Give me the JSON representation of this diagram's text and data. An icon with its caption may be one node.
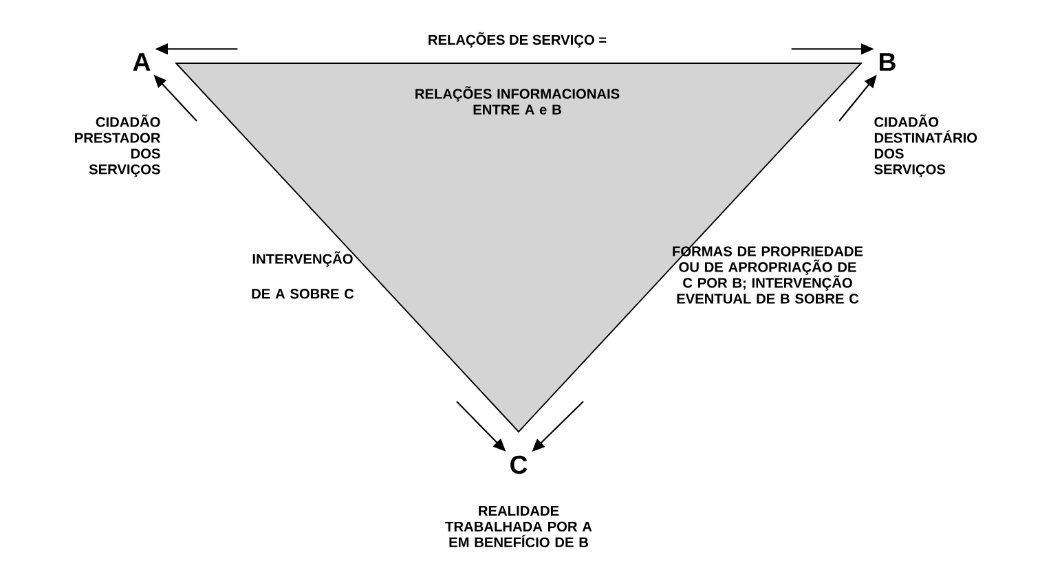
{
  "diagram": {
    "nodes": [
      {
        "text": [
          "A"
        ],
        "beside": [
          "CIDADÃO PRESTADOR DOS SERVIÇOS"
        ]
      },
      {
        "text": [
          "B"
        ],
        "beside": [
          "CIDADÃO DESTINATÁRIO DOS SERVIÇOS"
        ]
      },
      {
        "text": [
          "C"
        ],
        "beside": [
          "REALIDADE TRABALHADA POR A EM BENEFÍCIO DE B"
        ]
      }
    ],
    "edges": [
      {
        "from": null,
        "to": 0,
        "arrow": "to"
      },
      {
        "from": null,
        "to": 0,
        "arrow": "to"
      },
      {
        "from": null,
        "to": 1,
        "arrow": "to"
      },
      {
        "from": null,
        "to": 1,
        "arrow": "to"
      },
      {
        "from": null,
        "to": 2,
        "arrow": "to"
      },
      {
        "from": null,
        "to": 2,
        "arrow": "to"
      }
    ],
    "labels": [
      "RELAÇÕES DE SERVIÇO =",
      "RELAÇÕES INFORMACIONAIS ENTRE A e B",
      "INTERVENÇÃO DE A SOBRE C",
      "FORMAS DE PROPRIEDADE OU DE APROPRIAÇÃO DE C POR B; INTERVENÇÃO EVENTUAL DE B SOBRE C"
    ]
  }
}
